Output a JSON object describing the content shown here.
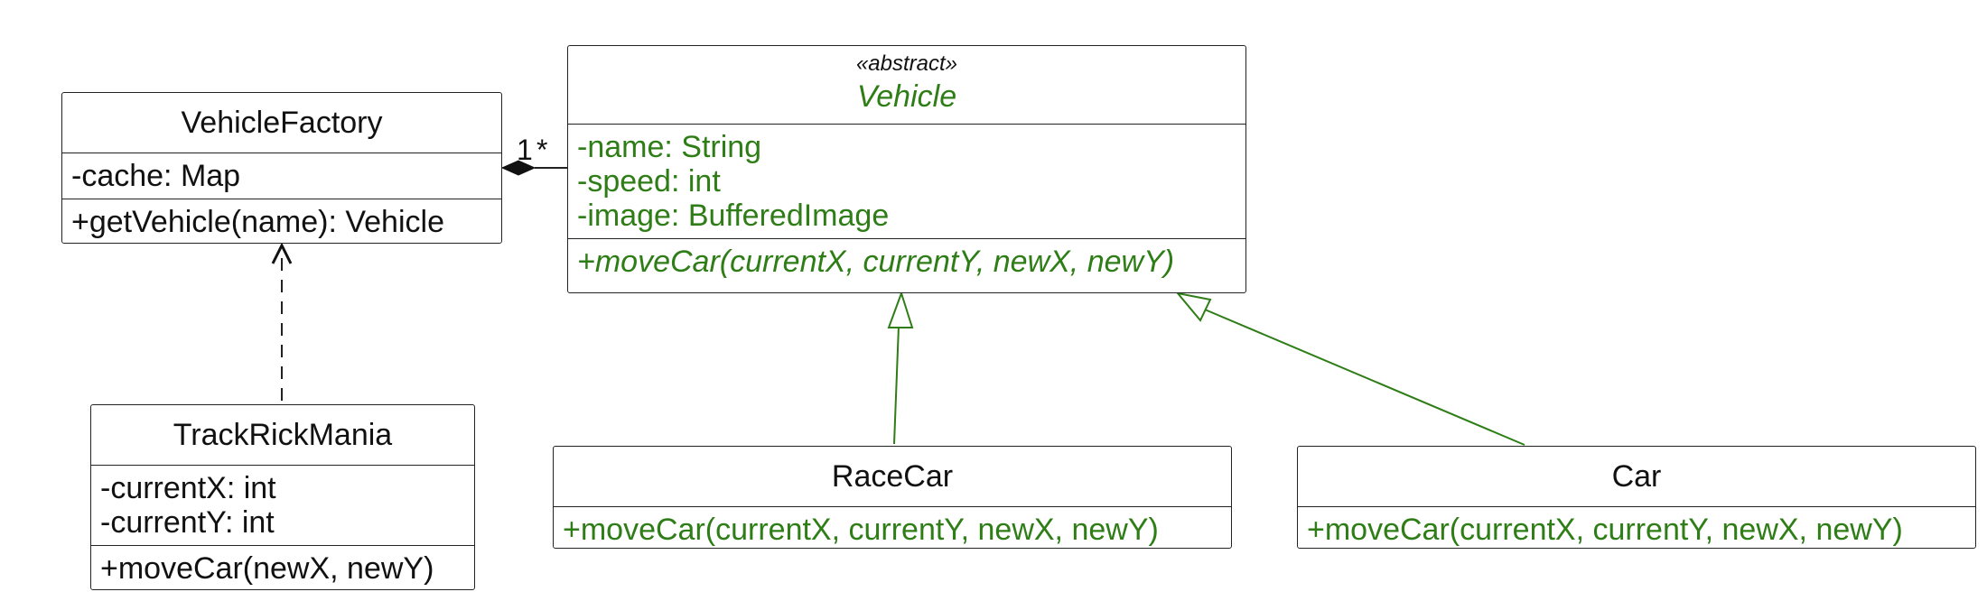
{
  "diagram": {
    "classes": {
      "vehicle_factory": {
        "name": "VehicleFactory",
        "attributes": [
          "-cache: Map"
        ],
        "operations": [
          "+getVehicle(name): Vehicle"
        ]
      },
      "vehicle": {
        "stereotype": "«abstract»",
        "name": "Vehicle",
        "attributes": [
          "-name: String",
          "-speed: int",
          "-image: BufferedImage"
        ],
        "operations": [
          "+moveCar(currentX, currentY, newX, newY)"
        ]
      },
      "track_rick_mania": {
        "name": "TrackRickMania",
        "attributes": [
          "-currentX: int",
          "-currentY: int"
        ],
        "operations": [
          "+moveCar(newX, newY)"
        ]
      },
      "race_car": {
        "name": "RaceCar",
        "operations": [
          "+moveCar(currentX, currentY, newX, newY)"
        ]
      },
      "car": {
        "name": "Car",
        "operations": [
          "+moveCar(currentX, currentY, newX, newY)"
        ]
      }
    },
    "relations": {
      "composition": {
        "source_multiplicity": "1",
        "target_multiplicity": "*"
      }
    },
    "colors": {
      "abstract_and_subclass_text": "#2e7d16",
      "line": "#222222",
      "inheritance_line": "#2e7d16"
    }
  }
}
